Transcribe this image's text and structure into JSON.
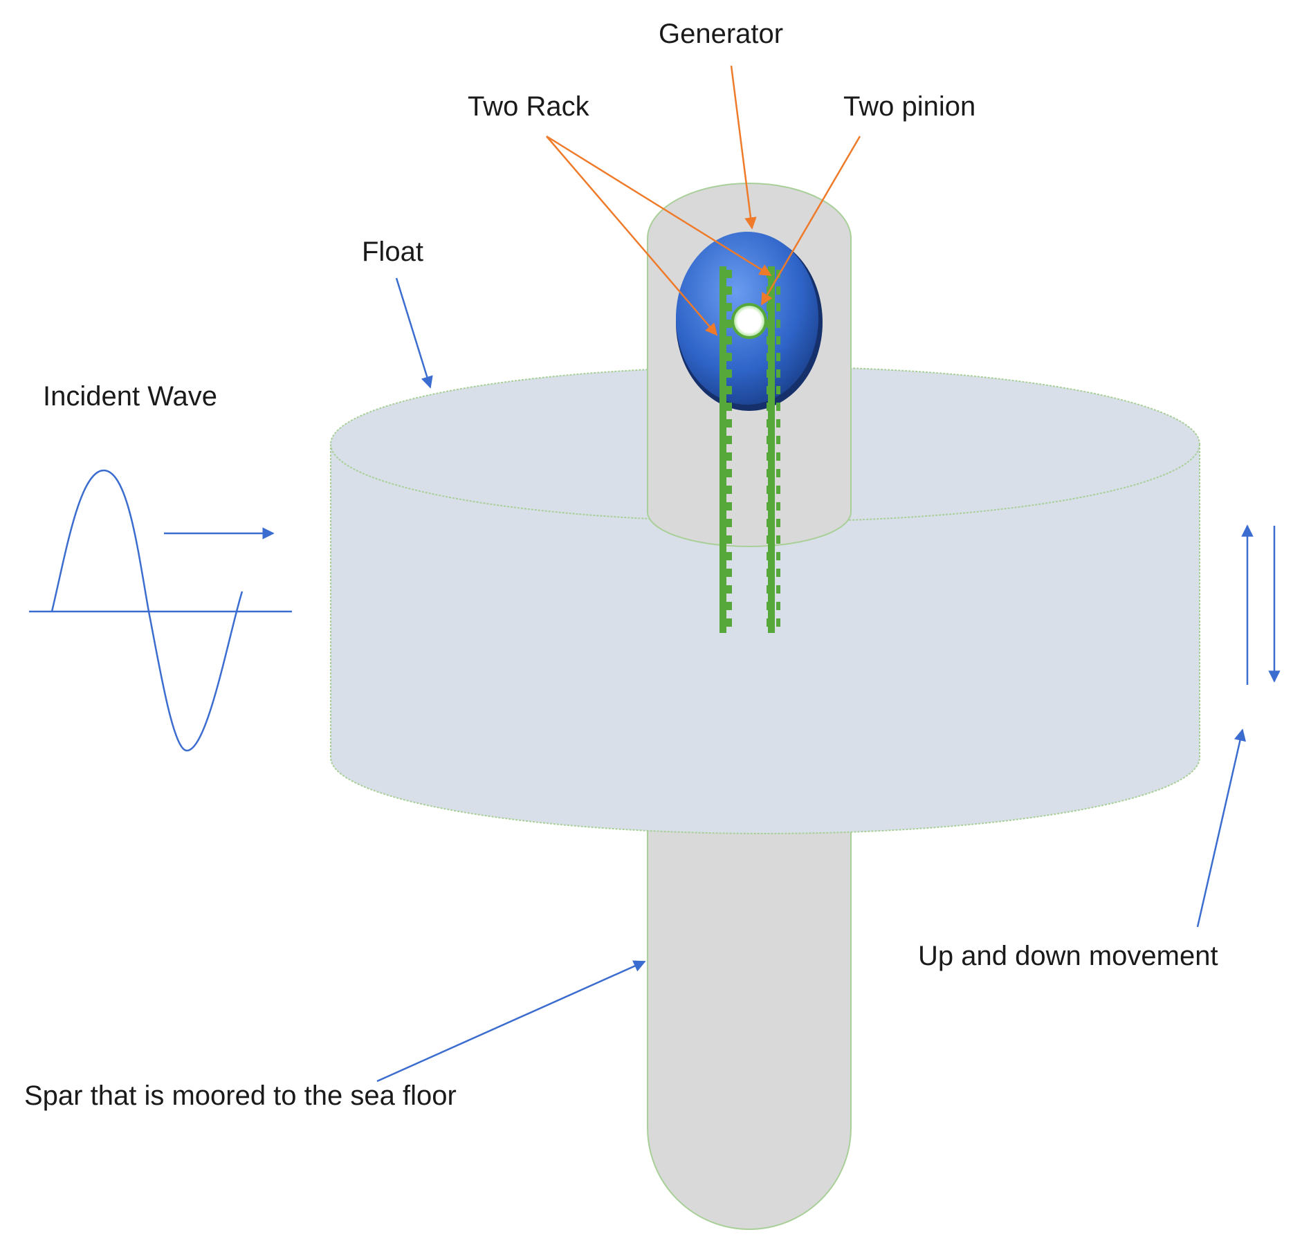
{
  "labels": {
    "generator": "Generator",
    "two_rack": "Two Rack",
    "two_pinion": "Two pinion",
    "float": "Float",
    "incident_wave": "Incident Wave",
    "up_down": "Up and down movement",
    "spar": "Spar that is moored to the sea floor"
  },
  "colors": {
    "body_fill": "#d8dfe8",
    "spar_fill": "#d9d9d9",
    "outline": "#8fbf7a",
    "generator_blue": "#3a6fd0",
    "rack_green": "#57a83a",
    "leader_orange": "#ee7a2a",
    "leader_blue": "#3b6ccf"
  }
}
